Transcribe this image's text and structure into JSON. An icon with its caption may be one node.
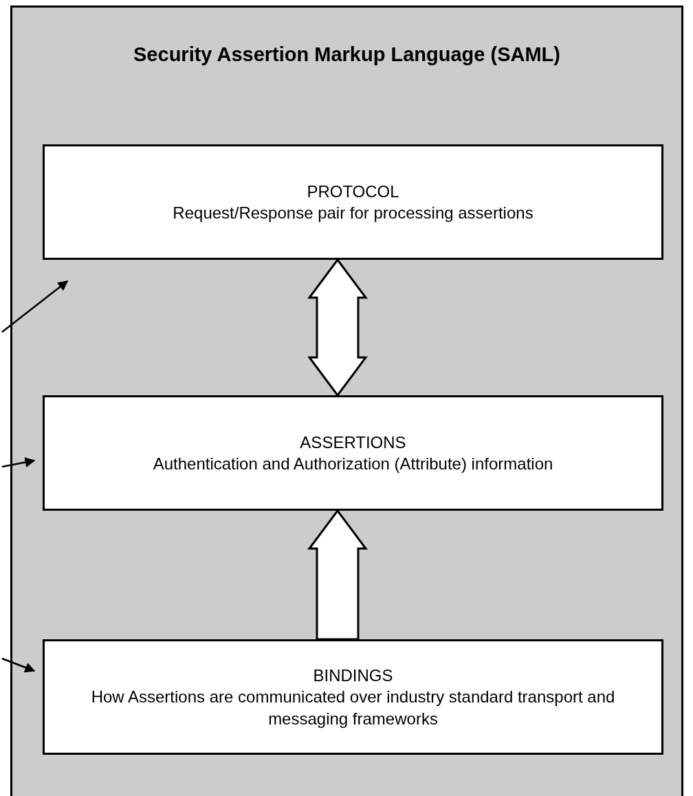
{
  "diagram": {
    "title": "Security Assertion Markup Language (SAML)",
    "nodes": [
      {
        "text": [],
        "shape": "box"
      },
      {
        "text": [
          "PROTOCOL",
          "Request/Response pair for processing assertions"
        ],
        "in": 0
      },
      {
        "text": [
          "ASSERTIONS",
          "Authentication and Authorization (Attribute) information"
        ],
        "in": 0
      },
      {
        "text": [
          "BINDINGS",
          "How Assertions are communicated over industry standard transport and messaging frameworks"
        ],
        "in": 0
      }
    ],
    "edges": [
      {
        "from": 1,
        "to": 2,
        "arrow": "both",
        "style": "thick"
      },
      {
        "from": 3,
        "to": 2,
        "arrow": "to",
        "style": "thick"
      },
      {
        "from": null,
        "to": 1,
        "arrow": "to"
      },
      {
        "from": null,
        "to": 2,
        "arrow": "to"
      },
      {
        "from": null,
        "to": 3,
        "arrow": "to"
      }
    ]
  }
}
